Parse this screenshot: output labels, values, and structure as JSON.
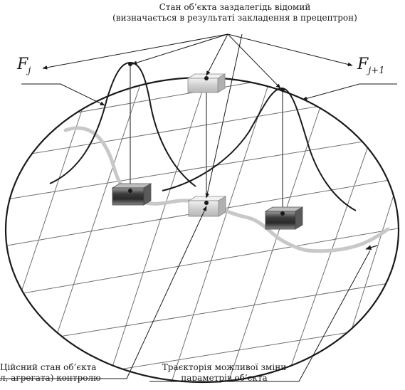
{
  "labels": {
    "top_line1": "Стан об’єкта заздалегідь відомий",
    "top_line2": "(визначається в результаті закладення в прецептрон)",
    "left_func": "F",
    "left_sub": "j",
    "right_func": "F",
    "right_sub": "j+1",
    "bottom_left_line1": "Ційсний стан об’єкта",
    "bottom_left_line2": "л, агрегата) контролю",
    "bottom_right_line1": "Траєкторія можливої зміни",
    "bottom_right_line2": "параметрів об’єкта"
  },
  "colors": {
    "ellipse": "#1a1a1a",
    "grid": "#6f6f6f",
    "trajectory": "#c8c8c8",
    "peaks": "#1a1a1a",
    "dark_block": "#3a3a3a",
    "light_block": "#d4d4d4"
  }
}
